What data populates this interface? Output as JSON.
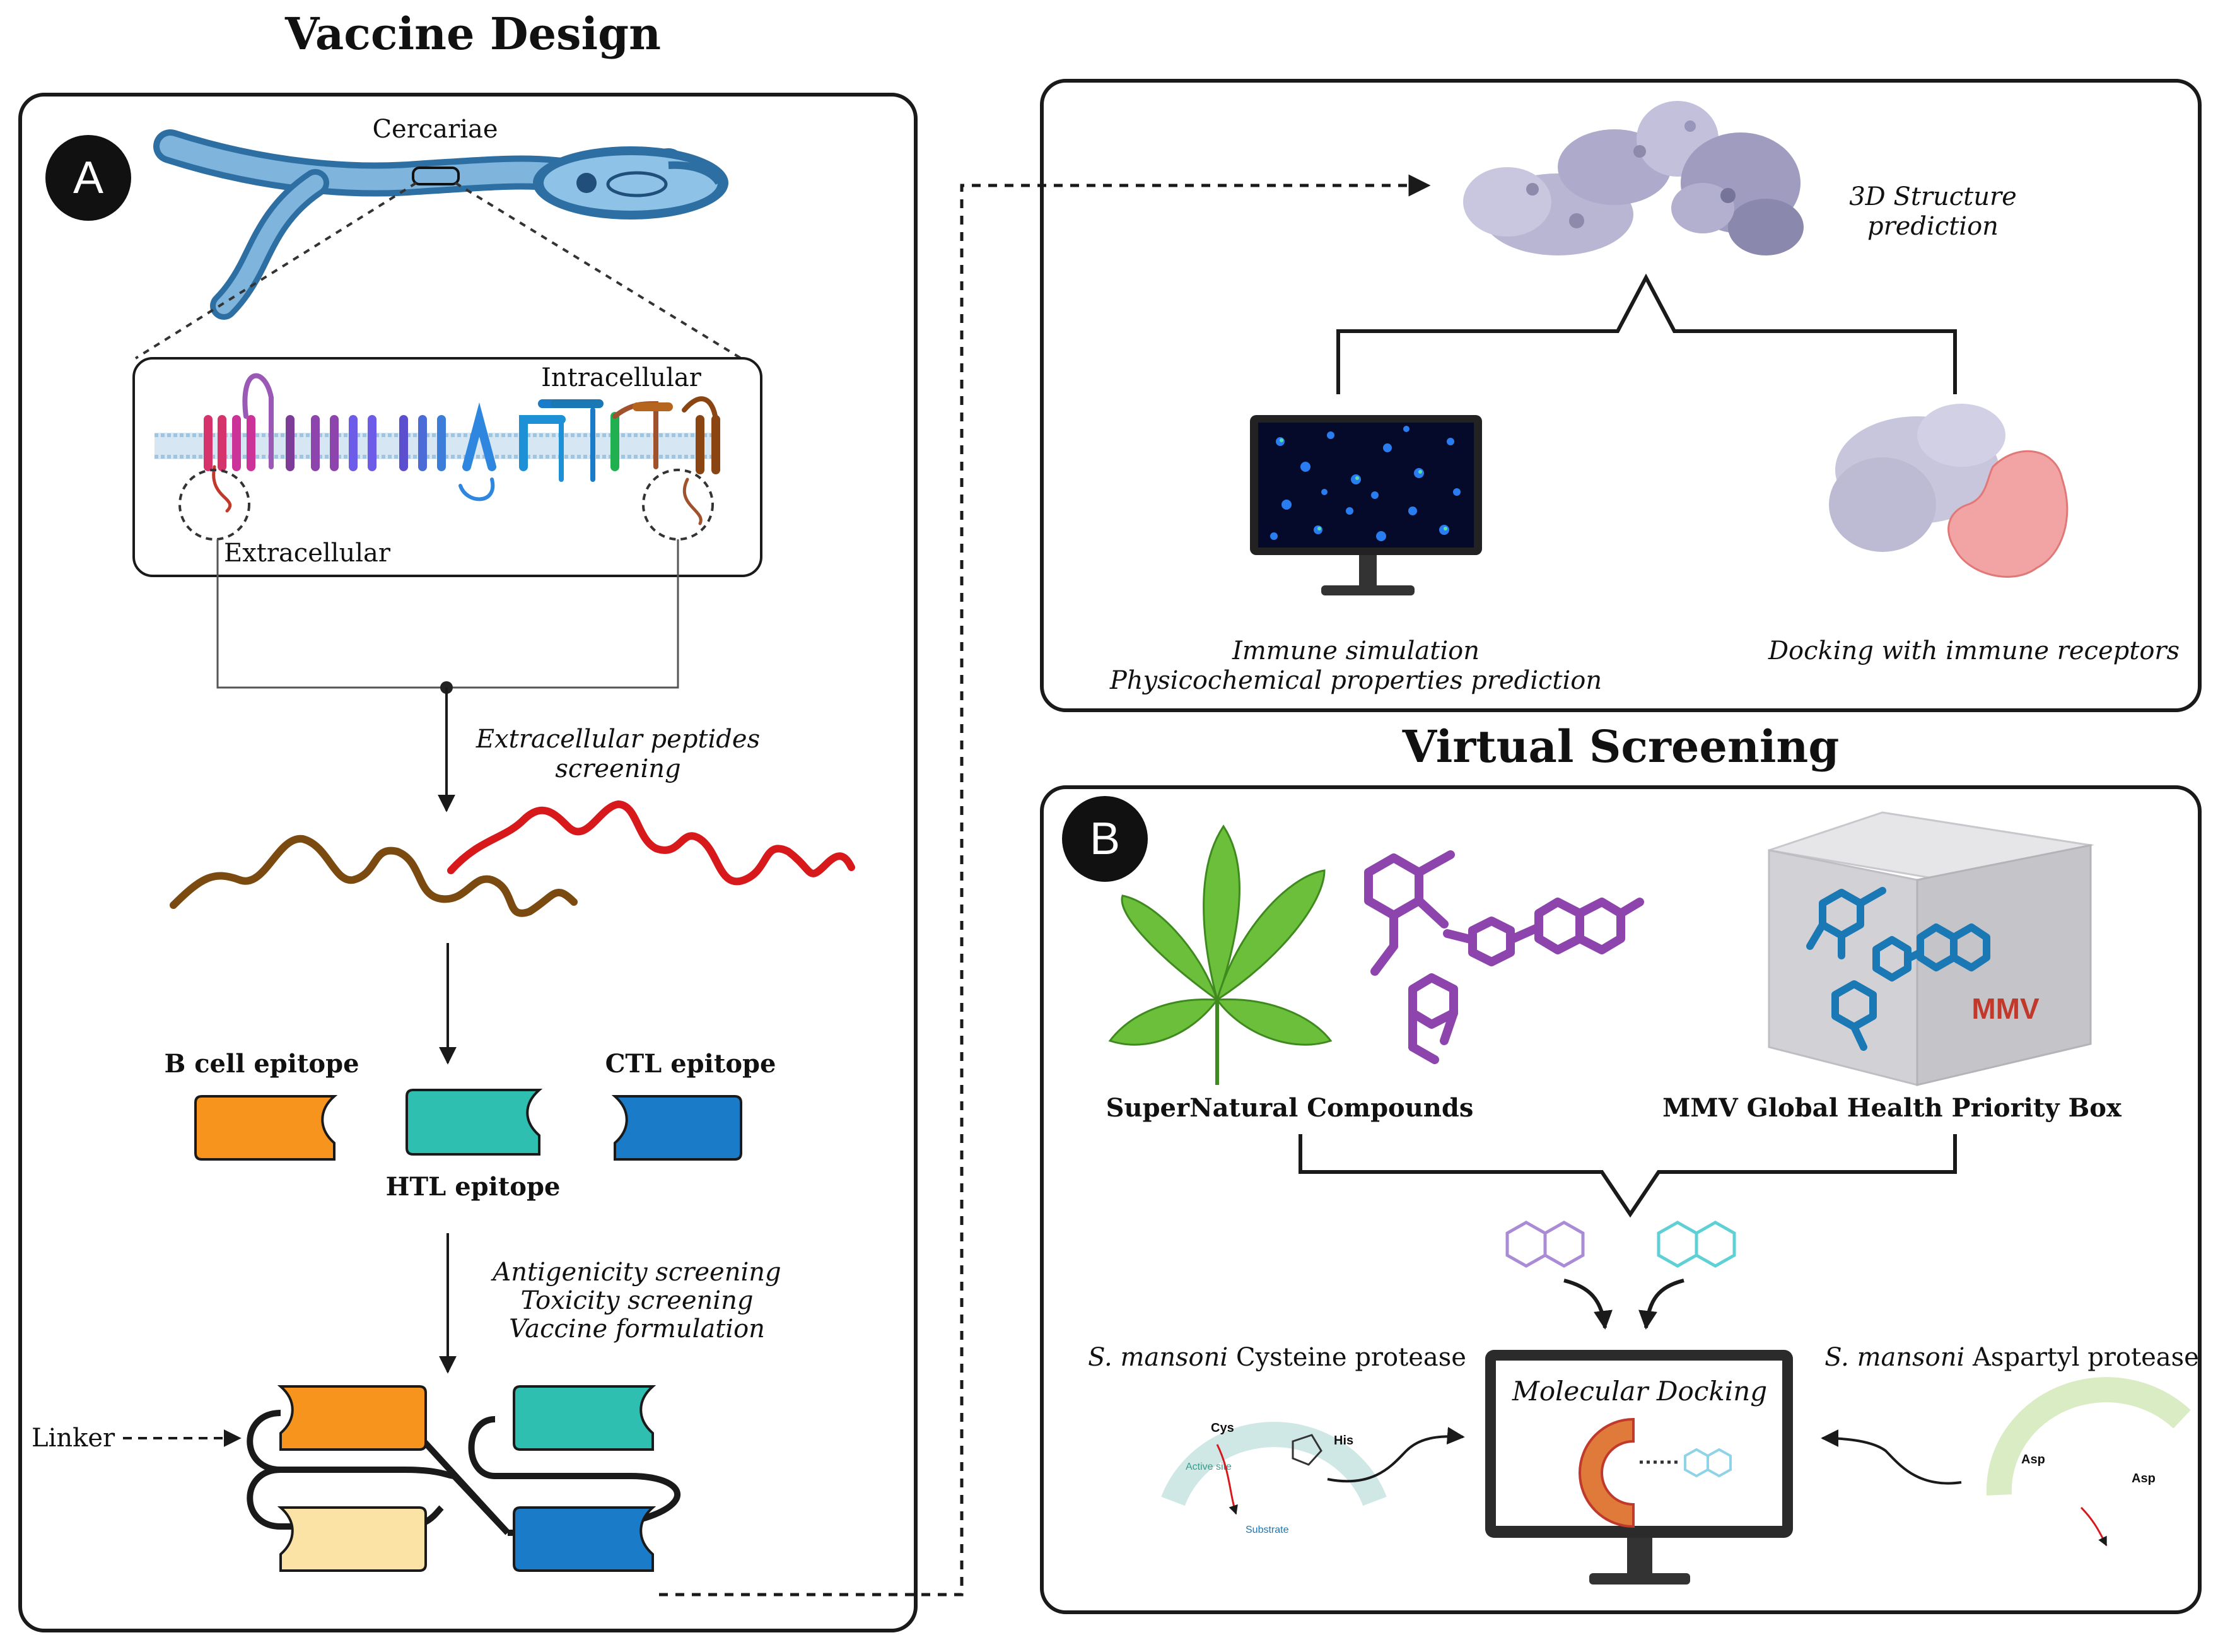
{
  "titles": {
    "vaccine_design": "Vaccine Design",
    "virtual_screening": "Virtual Screening"
  },
  "panel_a": {
    "badge": "A",
    "cercariae": "Cercariae",
    "intracellular": "Intracellular",
    "extracellular": "Extracellular",
    "peptide_screening_1": "Extracellular peptides",
    "peptide_screening_2": "screening",
    "b_cell_epitope": "B cell epitope",
    "ctl_epitope": "CTL  epitope",
    "htl_epitope": "HTL  epitope",
    "step_1": "Antigenicity screening",
    "step_2": "Toxicity screening",
    "step_3": "Vaccine formulation",
    "linker": "Linker"
  },
  "panel_top_right": {
    "structure_1": "3D Structure",
    "structure_2": "prediction",
    "immune_1": "Immune simulation",
    "immune_2": "Physicochemical properties prediction",
    "docking": "Docking with immune receptors"
  },
  "panel_b": {
    "badge": "B",
    "supernatural": "SuperNatural Compounds",
    "mmv_box": "MMV Global Health Priority Box",
    "mmv_label": "MMV",
    "cysteine_species": "S. mansoni",
    "cysteine_name": " Cysteine protease",
    "aspartyl_species": "S. mansoni",
    "aspartyl_name": " Aspartyl protease",
    "molecular_docking": "Molecular Docking",
    "cys": "Cys",
    "his": "His",
    "asp": "Asp",
    "active_site": "Active site",
    "substrate": "Substrate"
  },
  "colors": {
    "b_cell": "#f7941d",
    "htl": "#2fbfb0",
    "ctl": "#1a7cc8",
    "pale": "#fbe3a6",
    "peptide_brown": "#7a4a10",
    "peptide_red": "#d7191c",
    "compound_purple": "#8e44ad",
    "compound_blue": "#1a78b4",
    "mmv_red": "#c0392b"
  }
}
